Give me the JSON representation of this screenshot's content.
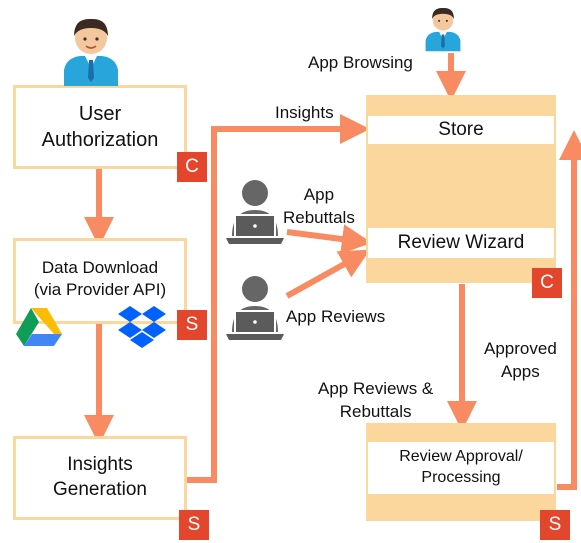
{
  "nodes": {
    "user_authorization": "User\nAuthorization",
    "data_download": "Data Download\n(via Provider API)",
    "insights_generation": "Insights\nGeneration",
    "store": "Store",
    "review_wizard": "Review Wizard",
    "review_approval": "Review Approval/\nProcessing"
  },
  "badges": {
    "user_authorization": "C",
    "data_download": "S",
    "insights_generation": "S",
    "store_panel": "C",
    "review_approval": "S"
  },
  "edge_labels": {
    "app_browsing": "App Browsing",
    "insights": "Insights",
    "app_rebuttals": "App\nRebuttals",
    "app_reviews": "App Reviews",
    "approved_apps": "Approved\nApps",
    "app_reviews_rebuttals": "App Reviews &\nRebuttals"
  },
  "icons": [
    "user-avatar-icon",
    "google-drive-icon",
    "dropbox-icon",
    "laptop-user-icon"
  ],
  "colors": {
    "arrow": "#f98b62",
    "box_border": "#fbd79e",
    "panel": "#fbd79e",
    "badge": "#e2472d"
  }
}
